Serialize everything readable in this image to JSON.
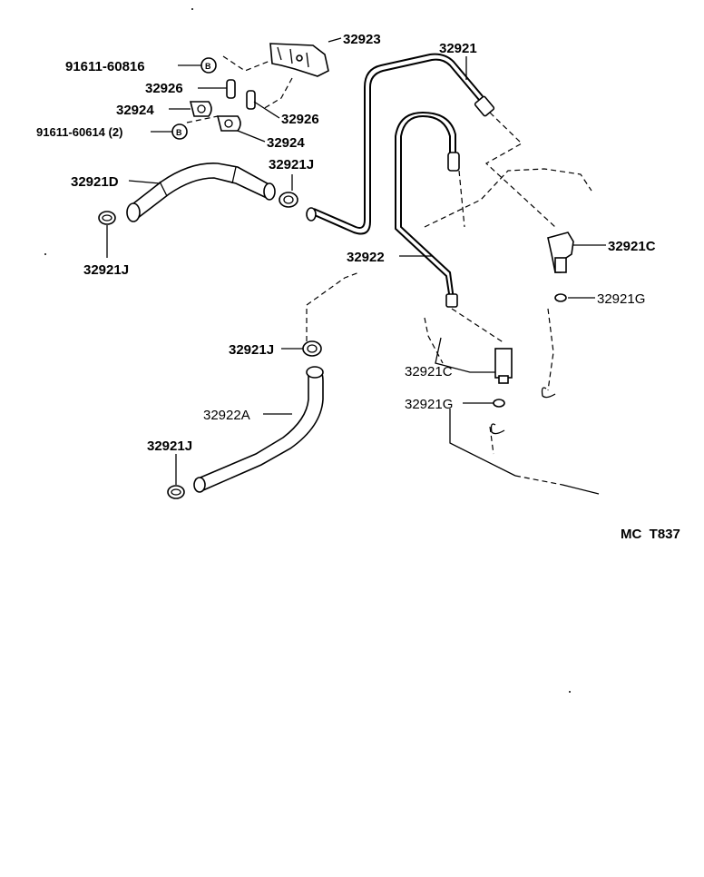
{
  "labels": {
    "p32923": "32923",
    "p32921": "32921",
    "bolt1": "91611-60816",
    "bolt2": "91611-60614 (2)",
    "p32926a": "32926",
    "p32926b": "32926",
    "p32924a": "32924",
    "p32924b": "32924",
    "p32921D": "32921D",
    "p32921J_top": "32921J",
    "p32921J_left": "32921J",
    "p32921C_right": "32921C",
    "p32922": "32922",
    "p32921G_right": "32921G",
    "p32921J_mid": "32921J",
    "p32921C_mid": "32921C",
    "p32921G_mid": "32921G",
    "p32922A": "32922A",
    "p32921J_bottom": "32921J"
  },
  "bolt_symbol": "B",
  "reference": "MC  T837"
}
